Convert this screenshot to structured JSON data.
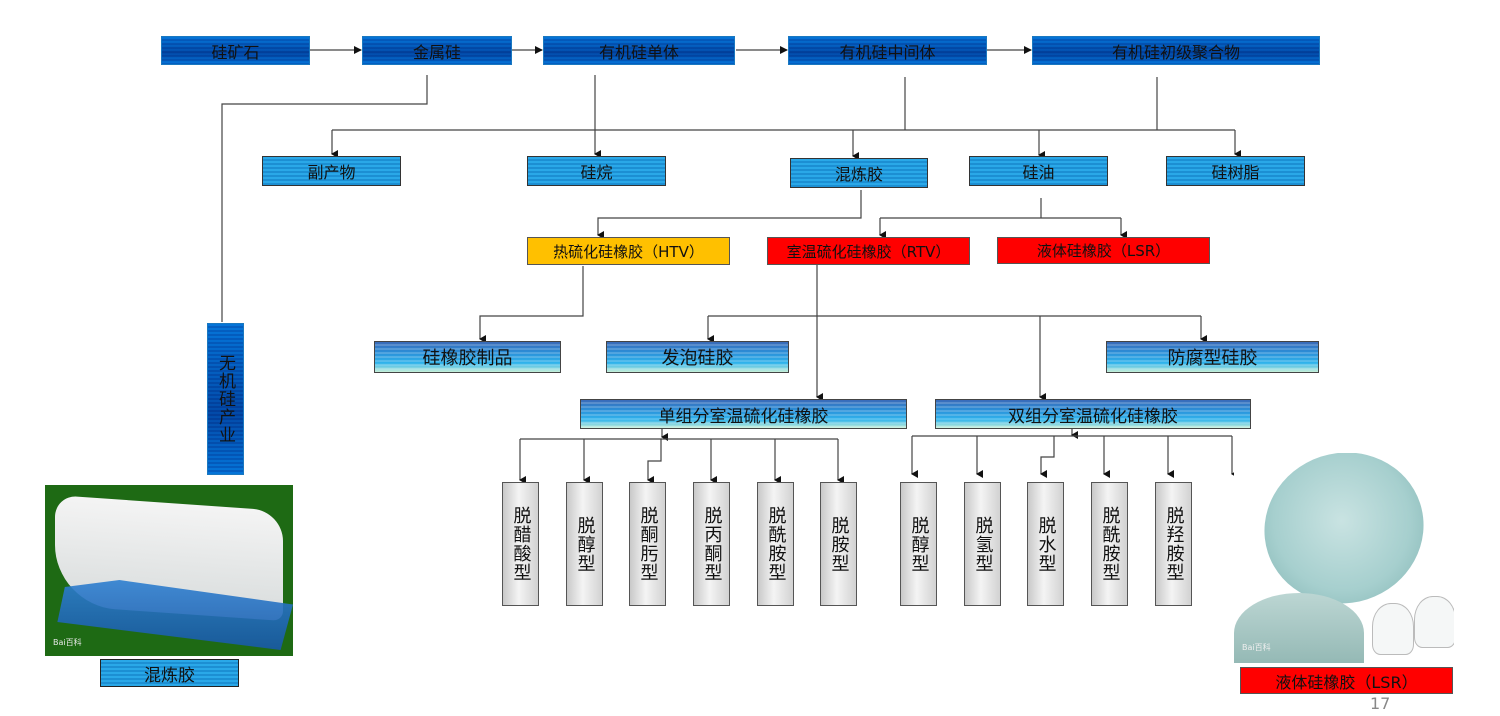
{
  "top_row": [
    "硅矿石",
    "金属硅",
    "有机硅单体",
    "有机硅中间体",
    "有机硅初级聚合物"
  ],
  "second_row": [
    "副产物",
    "硅烷",
    "混炼胶",
    "硅油",
    "硅树脂"
  ],
  "rubber_types": {
    "htv": "热硫化硅橡胶（HTV）",
    "rtv": "室温硫化硅橡胶（RTV）",
    "lsr": "液体硅橡胶（LSR）"
  },
  "products_row": [
    "硅橡胶制品",
    "发泡硅胶",
    "防腐型硅胶"
  ],
  "rtv_components": [
    "单组分室温硫化硅橡胶",
    "双组分室温硫化硅橡胶"
  ],
  "single_component_types": [
    "脱醋酸型",
    "脱醇型",
    "脱酮肟型",
    "脱丙酮型",
    "脱酰胺型",
    "脱胺型"
  ],
  "two_component_types": [
    "脱醇型",
    "脱氢型",
    "脱水型",
    "脱酰胺型",
    "脱羟胺型"
  ],
  "inorganic_label": "无机硅产业",
  "photo_left": {
    "caption": "混炼胶",
    "watermark": "Bai百科",
    "description": "white rubber block on blue film, green background"
  },
  "photo_right": {
    "caption": "液体硅橡胶（LSR）",
    "watermark": "Bai百科",
    "description": "liquid silicone poured from cup, baby bottle nipples"
  },
  "page_number": "17",
  "colors": {
    "blue": "#1fa6e6",
    "yellow": "#ffc000",
    "red": "#ff0000",
    "leaf_gray": "#e0e0e0"
  }
}
